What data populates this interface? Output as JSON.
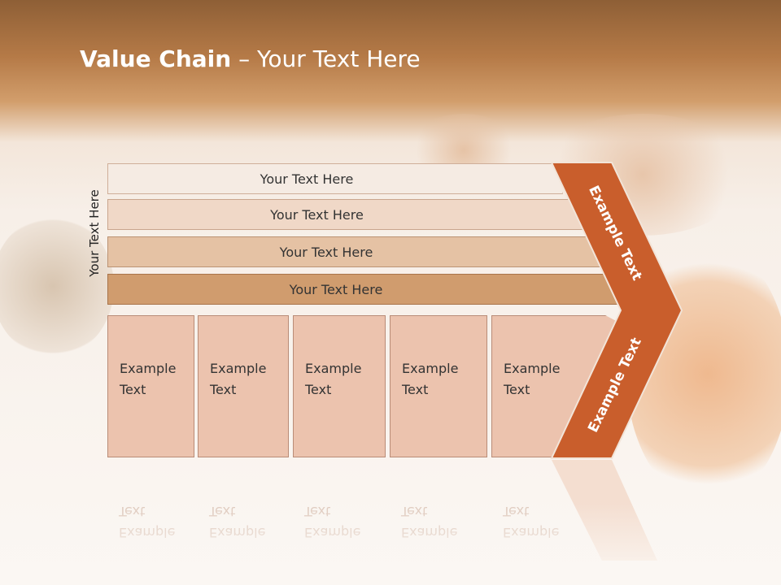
{
  "title": {
    "bold": "Value Chain",
    "rest": " – Your Text Here"
  },
  "side_label": "Your Text Here",
  "bars": [
    {
      "label": "Your Text Here",
      "color": "#f5ebe3"
    },
    {
      "label": "Your Text Here",
      "color": "#f0d8c7"
    },
    {
      "label": "Your Text Here",
      "color": "#e5c2a4"
    },
    {
      "label": "Your Text Here",
      "color": "#d09c6e"
    }
  ],
  "columns": [
    {
      "label": "Example\nText"
    },
    {
      "label": "Example\nText"
    },
    {
      "label": "Example\nText"
    },
    {
      "label": "Example\nText"
    },
    {
      "label": "Example\nText"
    }
  ],
  "arrow": {
    "top_label": "Example Text",
    "bottom_label": "Example Text",
    "color": "#c95e2c"
  }
}
